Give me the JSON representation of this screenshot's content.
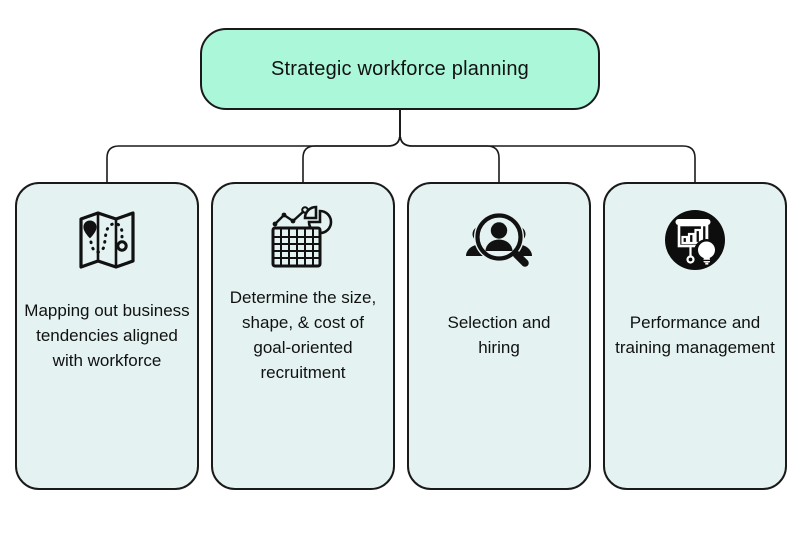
{
  "root": {
    "title": "Strategic workforce planning"
  },
  "cards": [
    {
      "icon": "map-route-icon",
      "lines": [
        "Mapping out business",
        "tendencies aligned",
        "with workforce"
      ]
    },
    {
      "icon": "spreadsheet-charts-icon",
      "lines": [
        "Determine the size,",
        "shape, & cost of",
        "goal-oriented",
        "recruitment"
      ]
    },
    {
      "icon": "candidate-search-icon",
      "lines": [
        "Selection and",
        "hiring"
      ]
    },
    {
      "icon": "presentation-training-icon",
      "lines": [
        "Performance and",
        "training management"
      ]
    }
  ],
  "edges": [
    "root->card-0",
    "root->card-1",
    "root->card-2",
    "root->card-3"
  ],
  "colors": {
    "background": "#ffffff",
    "root_fill": "#abf7d9",
    "card_fill": "#e4f3f1",
    "outline": "#1a1a1a",
    "icon_ink": "#111111",
    "text": "#111111"
  }
}
